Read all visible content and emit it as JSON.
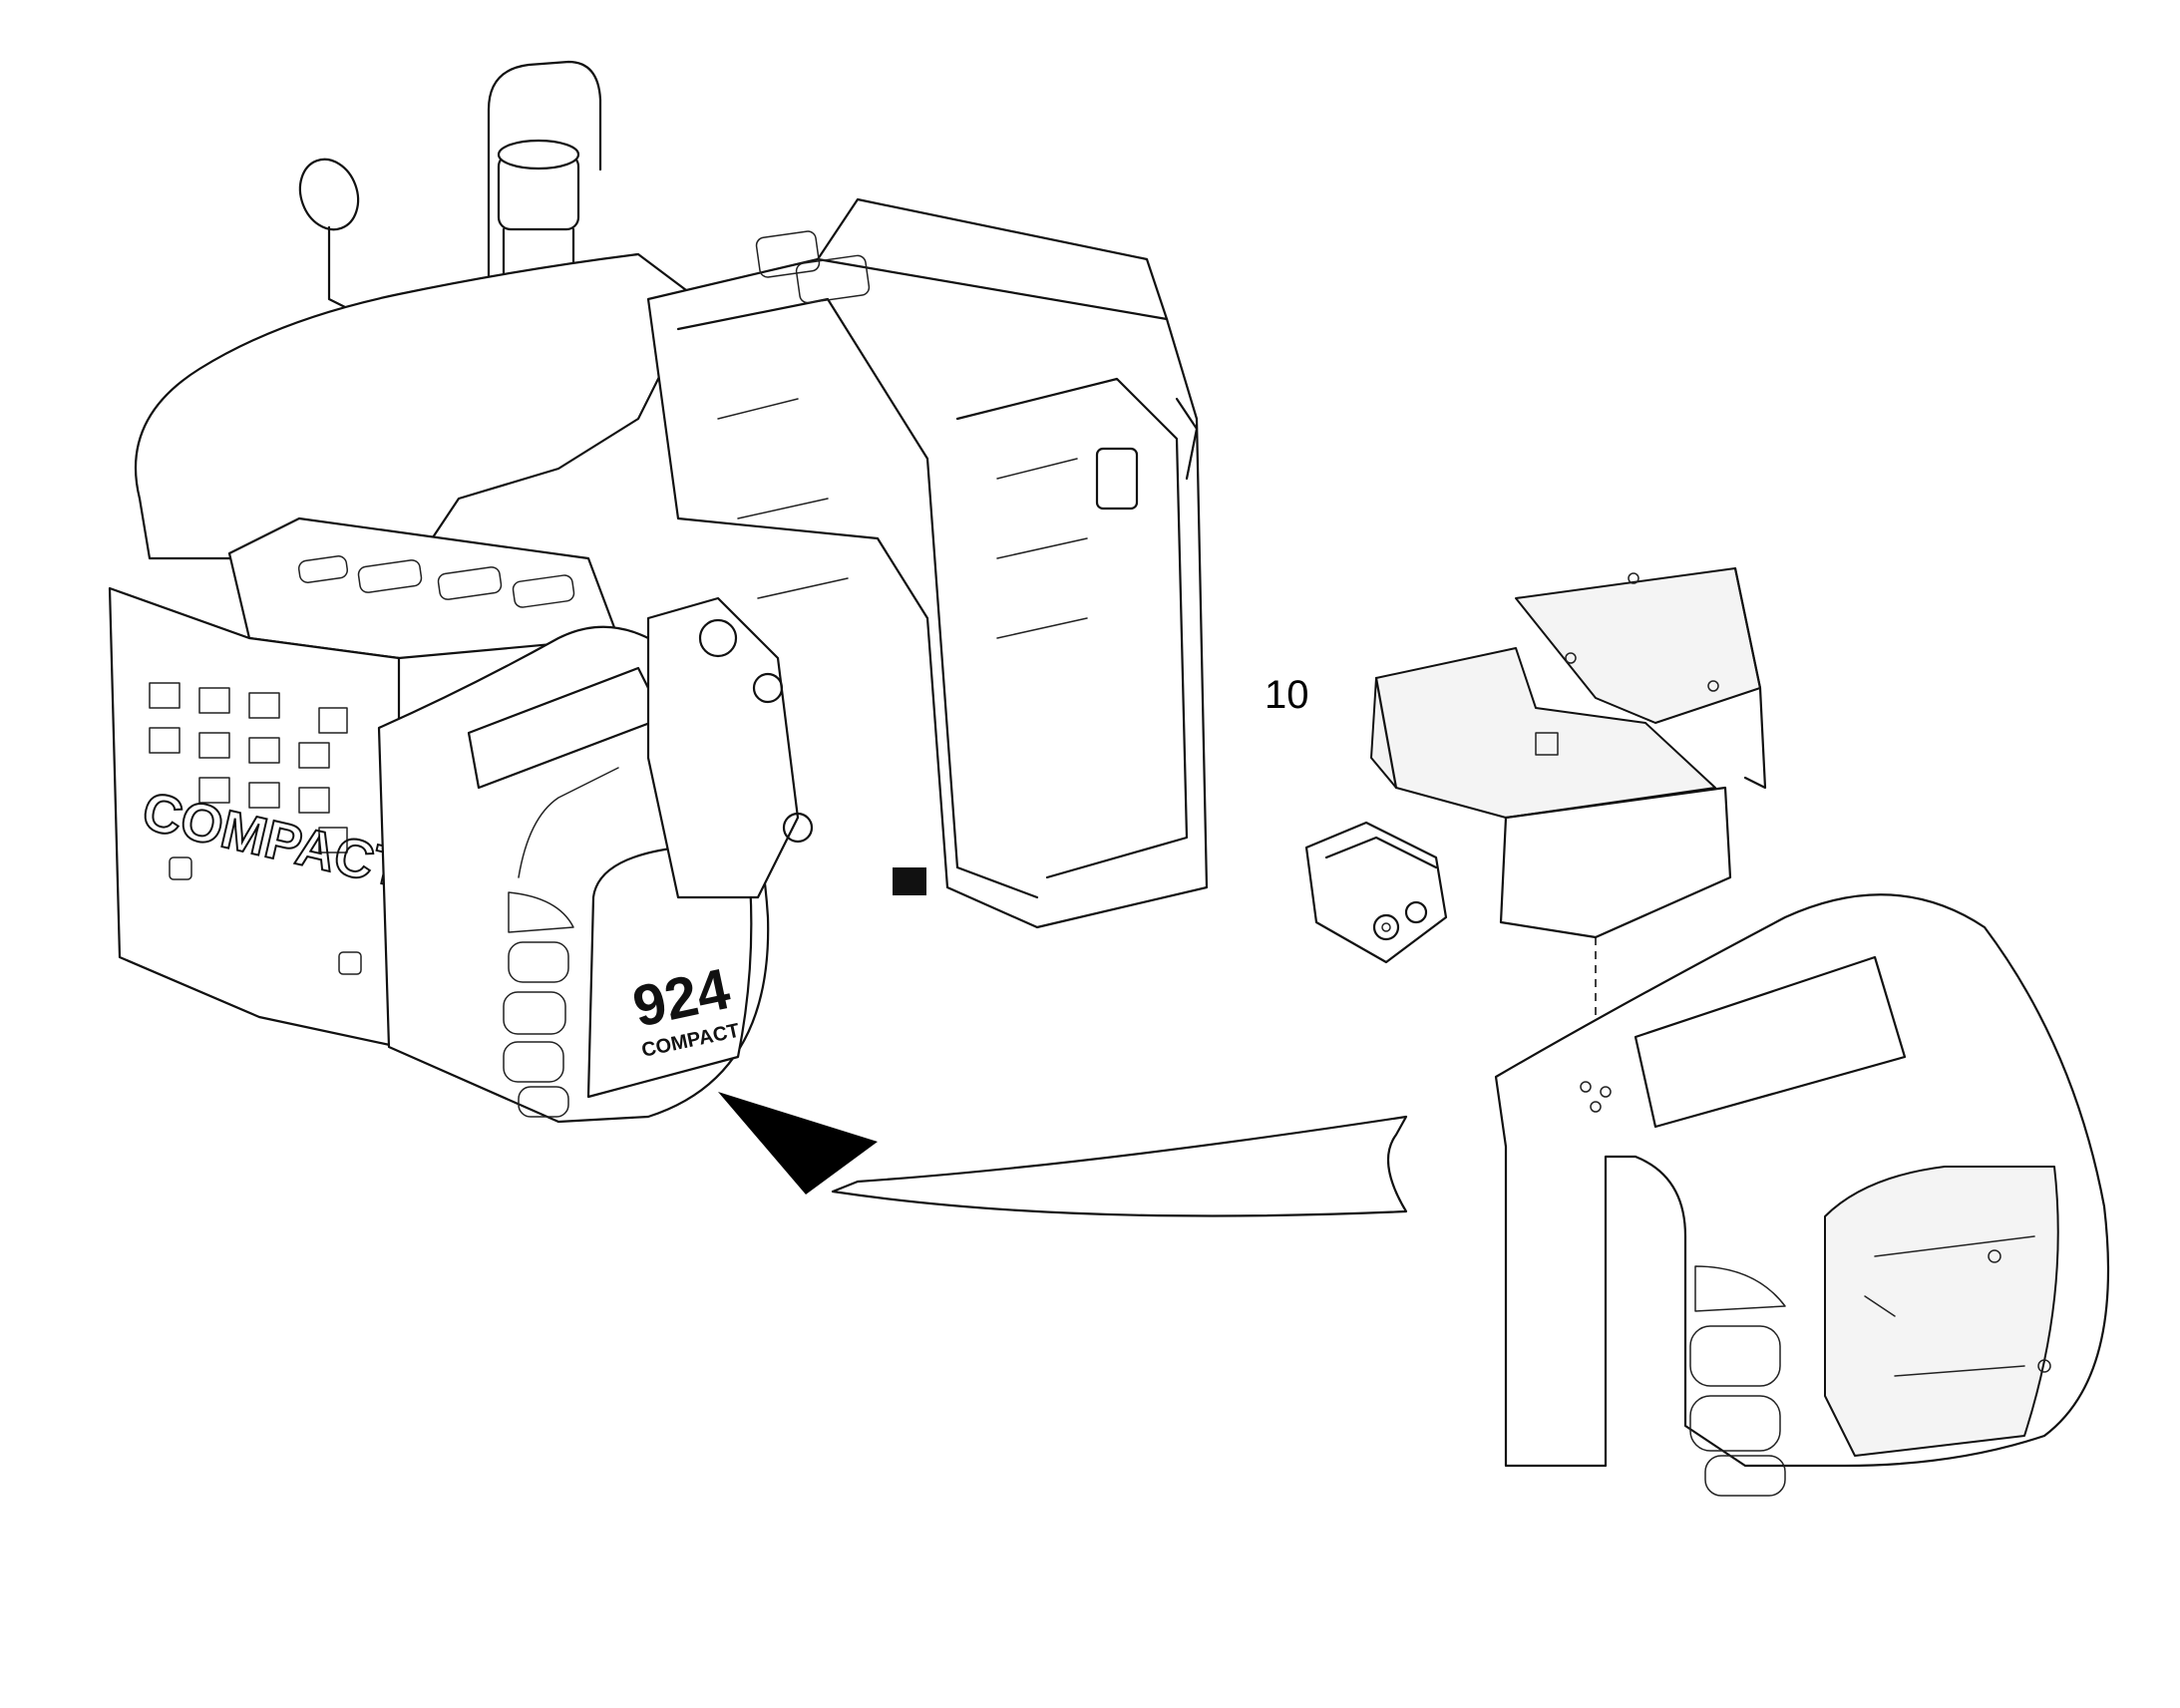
{
  "diagram": {
    "callouts": [
      {
        "id": "part-10",
        "label": "10"
      }
    ],
    "machine_markings": {
      "side_brand": "COMPACT",
      "hood_model": "924",
      "hood_brand": "COMPACT"
    }
  }
}
